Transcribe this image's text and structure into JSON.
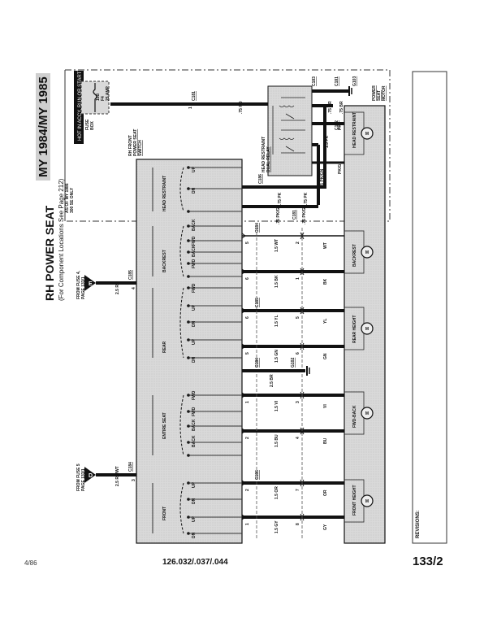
{
  "page": {
    "title": "RH POWER SEAT",
    "subtitle": "(For Component Locations See Page 212)",
    "model_years": "MY 1984/MY 1985",
    "footer": {
      "date": "4/86",
      "models": "126.032/.037/.044",
      "page_number": "133/2"
    },
    "revisions_label": "REVISIONS:"
  },
  "hot_banner": "HOT IN ACCY, RUN OR START",
  "fuse_box": {
    "label_line1": "FUSE",
    "label_line2": "BOX",
    "fuse_line1": "10B",
    "fuse_line2": "F4",
    "fuse_line3": "25 AMP"
  },
  "note_as_of": {
    "line1": "AS OF MY 1986",
    "line2": "300 SE ONLY"
  },
  "switch": {
    "label_line1": "RH FRONT",
    "label_line2": "POWER SEAT",
    "label_line3": "SWITCH",
    "groups": [
      {
        "name": "HEAD RESTRAINT",
        "positions": [
          "UP",
          "DN"
        ]
      },
      {
        "name": "BACKREST",
        "positions": [
          "BACK",
          "FWD",
          "BACK",
          "FWD"
        ]
      },
      {
        "name": "REAR",
        "positions": [
          "FWD",
          "UP",
          "DN",
          "UP",
          "DN"
        ]
      },
      {
        "name": "ENTIRE SEAT",
        "positions": [
          "FWD",
          "FWD",
          "BACK",
          "BACK"
        ]
      },
      {
        "name": "FRONT",
        "positions": [
          "UP",
          "DN",
          "UP",
          "DN"
        ]
      }
    ]
  },
  "relay": {
    "label_line1": "HEAD RESTRAINT",
    "label_line2": "DUAL RELAY",
    "pins": [
      "5",
      "4",
      "1",
      "3",
      "2"
    ]
  },
  "feeds": [
    {
      "id": "E",
      "text_line1": "FROM FUSE 4,",
      "text_line2": "PAGE 133/1",
      "wire": "2.5 RD",
      "connector": "C185",
      "pin": "4"
    },
    {
      "id": "D",
      "text_line1": "FROM FUSE 5",
      "text_line2": "PAGE 133/1",
      "wire": "2.5 RD/WT",
      "connector": "C184",
      "pin": "3"
    }
  ],
  "top_wire": {
    "connector": "C181",
    "pin": "1",
    "wire": ".75 RD"
  },
  "grounds": [
    {
      "id": "G102",
      "connector": "C184",
      "pin": "4",
      "wire": "2.5 BR"
    },
    {
      "id": "G103",
      "connector": "C181",
      "pin": "4",
      "wire": ".75 BR"
    }
  ],
  "relay_wires": [
    {
      "connector": "C183",
      "pin": "5",
      "wire": ".75 BR"
    },
    {
      "connector": "C182",
      "pin": "1",
      "wire": "1.5 PK",
      "far_wire": "PK"
    },
    {
      "connector": "C182",
      "pin": "2",
      "wire": ".75 PK/GN",
      "far_wire": "PK/GN"
    }
  ],
  "switch_to_relay": [
    {
      "connector": "C186",
      "pin": "1",
      "wire": ".75 PK",
      "relay_pin": "3",
      "relay_wire": ".75 PK"
    },
    {
      "connector": "C186",
      "pin": "2",
      "wire": ".75 PK/GN",
      "relay_pin": "2",
      "relay_conn": "C181",
      "relay_wire": ".75 PK/GN"
    }
  ],
  "seat_wires": [
    {
      "connector": "C184",
      "pin": "5",
      "wire": "1.5 WT",
      "mid_pin": "2",
      "far": "WT"
    },
    {
      "connector": "C184",
      "pin": "6",
      "wire": "1.5 BK",
      "mid_pin": "1",
      "far": "BK"
    },
    {
      "connector": "C185",
      "pin": "6",
      "wire": "1.5 YL",
      "mid_pin": "5",
      "far": "YL"
    },
    {
      "connector": "C185",
      "pin": "5",
      "wire": "1.5 GN",
      "mid_pin": "6",
      "far": "GN"
    },
    {
      "connector": "C185",
      "pin": "1",
      "wire": "1.5 VI",
      "mid_pin": "3",
      "far": "VI"
    },
    {
      "connector": "C185",
      "pin": "2",
      "wire": "1.5 BU",
      "mid_pin": "4",
      "far": "BU"
    },
    {
      "connector": "C186",
      "pin": "2",
      "wire": "1.5 OR",
      "mid_pin": "7",
      "far": "OR"
    },
    {
      "connector": "C186",
      "pin": "1",
      "wire": "1.5 GY",
      "mid_pin": "8",
      "far": "GY"
    }
  ],
  "motors_block": {
    "label_line1": "POWER",
    "label_line2": "SEAT",
    "label_line3": "MOTOR",
    "motors": [
      "HEAD RESTRAINT",
      "BACKREST",
      "REAR HEIGHT",
      "FWD-BACK",
      "FRONT HEIGHT"
    ]
  }
}
